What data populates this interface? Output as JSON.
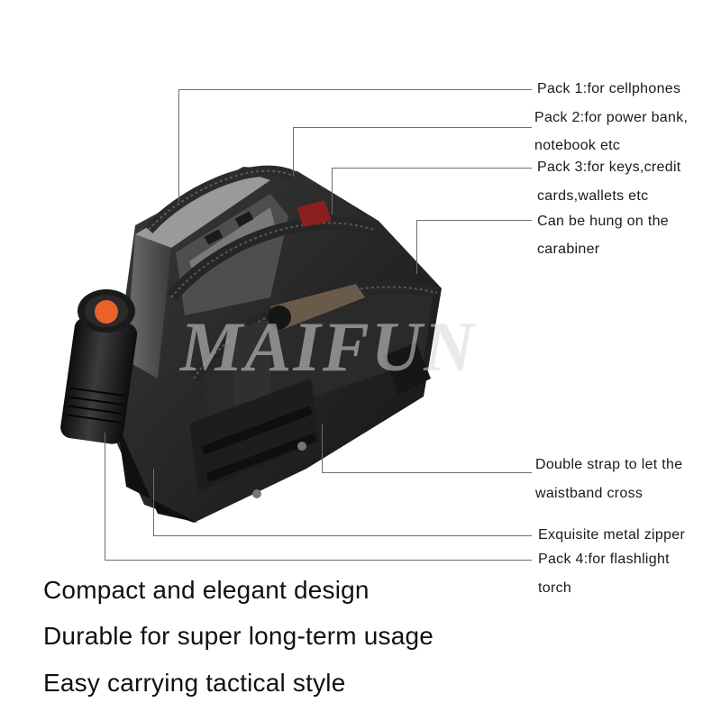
{
  "watermark_text": "MAIFUN",
  "callouts": [
    {
      "line1": "Pack 1:for cellphones",
      "line2": ""
    },
    {
      "line1": "Pack 2:for power bank,",
      "line2": "notebook etc"
    },
    {
      "line1": "Pack 3:for keys,credit",
      "line2": "cards,wallets etc"
    },
    {
      "line1": "Can be hung on the",
      "line2": "carabiner"
    },
    {
      "line1": "Double strap to let the",
      "line2": "waistband cross"
    },
    {
      "line1": "Exquisite metal zipper",
      "line2": ""
    },
    {
      "line1": "Pack 4:for flashlight",
      "line2": "torch"
    }
  ],
  "features": [
    "Compact and elegant design",
    "Durable for super long-term usage",
    "Easy carrying tactical style"
  ],
  "colors": {
    "pouch": "#1e1e1e",
    "pouch_highlight": "#3a3a3a",
    "flashlight_lens": "#e8622a",
    "leader_line": "#6e6e6e"
  }
}
